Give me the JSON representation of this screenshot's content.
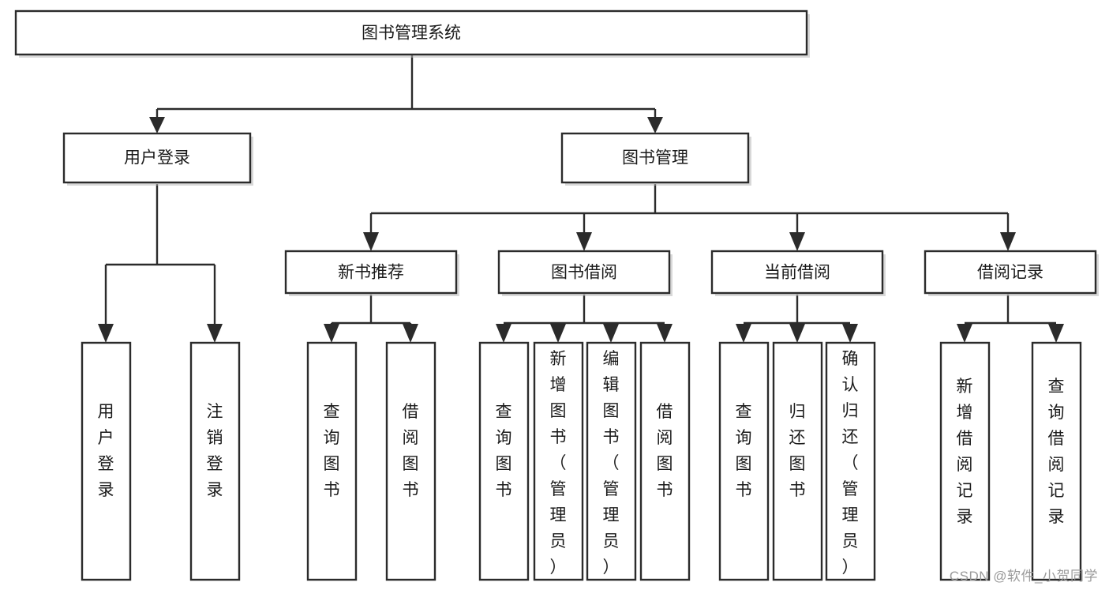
{
  "diagram": {
    "type": "tree-hierarchy",
    "title": "图书管理系统",
    "orientation": "top-down",
    "root": {
      "id": "root",
      "label": "图书管理系统",
      "text_direction": "horizontal"
    },
    "level1": [
      {
        "id": "user-login",
        "label": "用户登录",
        "text_direction": "horizontal"
      },
      {
        "id": "book-management",
        "label": "图书管理",
        "text_direction": "horizontal"
      }
    ],
    "level2": [
      {
        "id": "new-book-recommend",
        "label": "新书推荐",
        "parent": "book-management",
        "text_direction": "horizontal"
      },
      {
        "id": "book-borrow",
        "label": "图书借阅",
        "parent": "book-management",
        "text_direction": "horizontal"
      },
      {
        "id": "current-borrow",
        "label": "当前借阅",
        "parent": "book-management",
        "text_direction": "horizontal"
      },
      {
        "id": "borrow-record",
        "label": "借阅记录",
        "parent": "book-management",
        "text_direction": "horizontal"
      }
    ],
    "leaves": [
      {
        "id": "leaf-user-login",
        "label": "用户登录",
        "parent": "user-login",
        "text_direction": "vertical"
      },
      {
        "id": "leaf-user-logout",
        "label": "注销登录",
        "parent": "user-login",
        "text_direction": "vertical"
      },
      {
        "id": "leaf-query-book-1",
        "label": "查询图书",
        "parent": "new-book-recommend",
        "text_direction": "vertical"
      },
      {
        "id": "leaf-borrow-book-1",
        "label": "借阅图书",
        "parent": "new-book-recommend",
        "text_direction": "vertical"
      },
      {
        "id": "leaf-query-book-2",
        "label": "查询图书",
        "parent": "book-borrow",
        "text_direction": "vertical"
      },
      {
        "id": "leaf-add-book",
        "label": "新增图书（管理员）",
        "parent": "book-borrow",
        "text_direction": "vertical"
      },
      {
        "id": "leaf-edit-book",
        "label": "编辑图书（管理员）",
        "parent": "book-borrow",
        "text_direction": "vertical"
      },
      {
        "id": "leaf-borrow-book-2",
        "label": "借阅图书",
        "parent": "book-borrow",
        "text_direction": "vertical"
      },
      {
        "id": "leaf-query-book-3",
        "label": "查询图书",
        "parent": "current-borrow",
        "text_direction": "vertical"
      },
      {
        "id": "leaf-return-book",
        "label": "归还图书",
        "parent": "current-borrow",
        "text_direction": "vertical"
      },
      {
        "id": "leaf-confirm-return",
        "label": "确认归还（管理员）",
        "parent": "current-borrow",
        "text_direction": "vertical"
      },
      {
        "id": "leaf-add-record",
        "label": "新增借阅记录",
        "parent": "borrow-record",
        "text_direction": "vertical"
      },
      {
        "id": "leaf-query-record",
        "label": "查询借阅记录",
        "parent": "borrow-record",
        "text_direction": "vertical"
      }
    ],
    "colors": {
      "stroke": "#2b2b2b",
      "fill": "#ffffff",
      "text": "#1a1a1a",
      "background": "#ffffff",
      "watermark": "#9a9a9a"
    }
  },
  "watermark": {
    "text": "CSDN @软件_小贺同学"
  }
}
